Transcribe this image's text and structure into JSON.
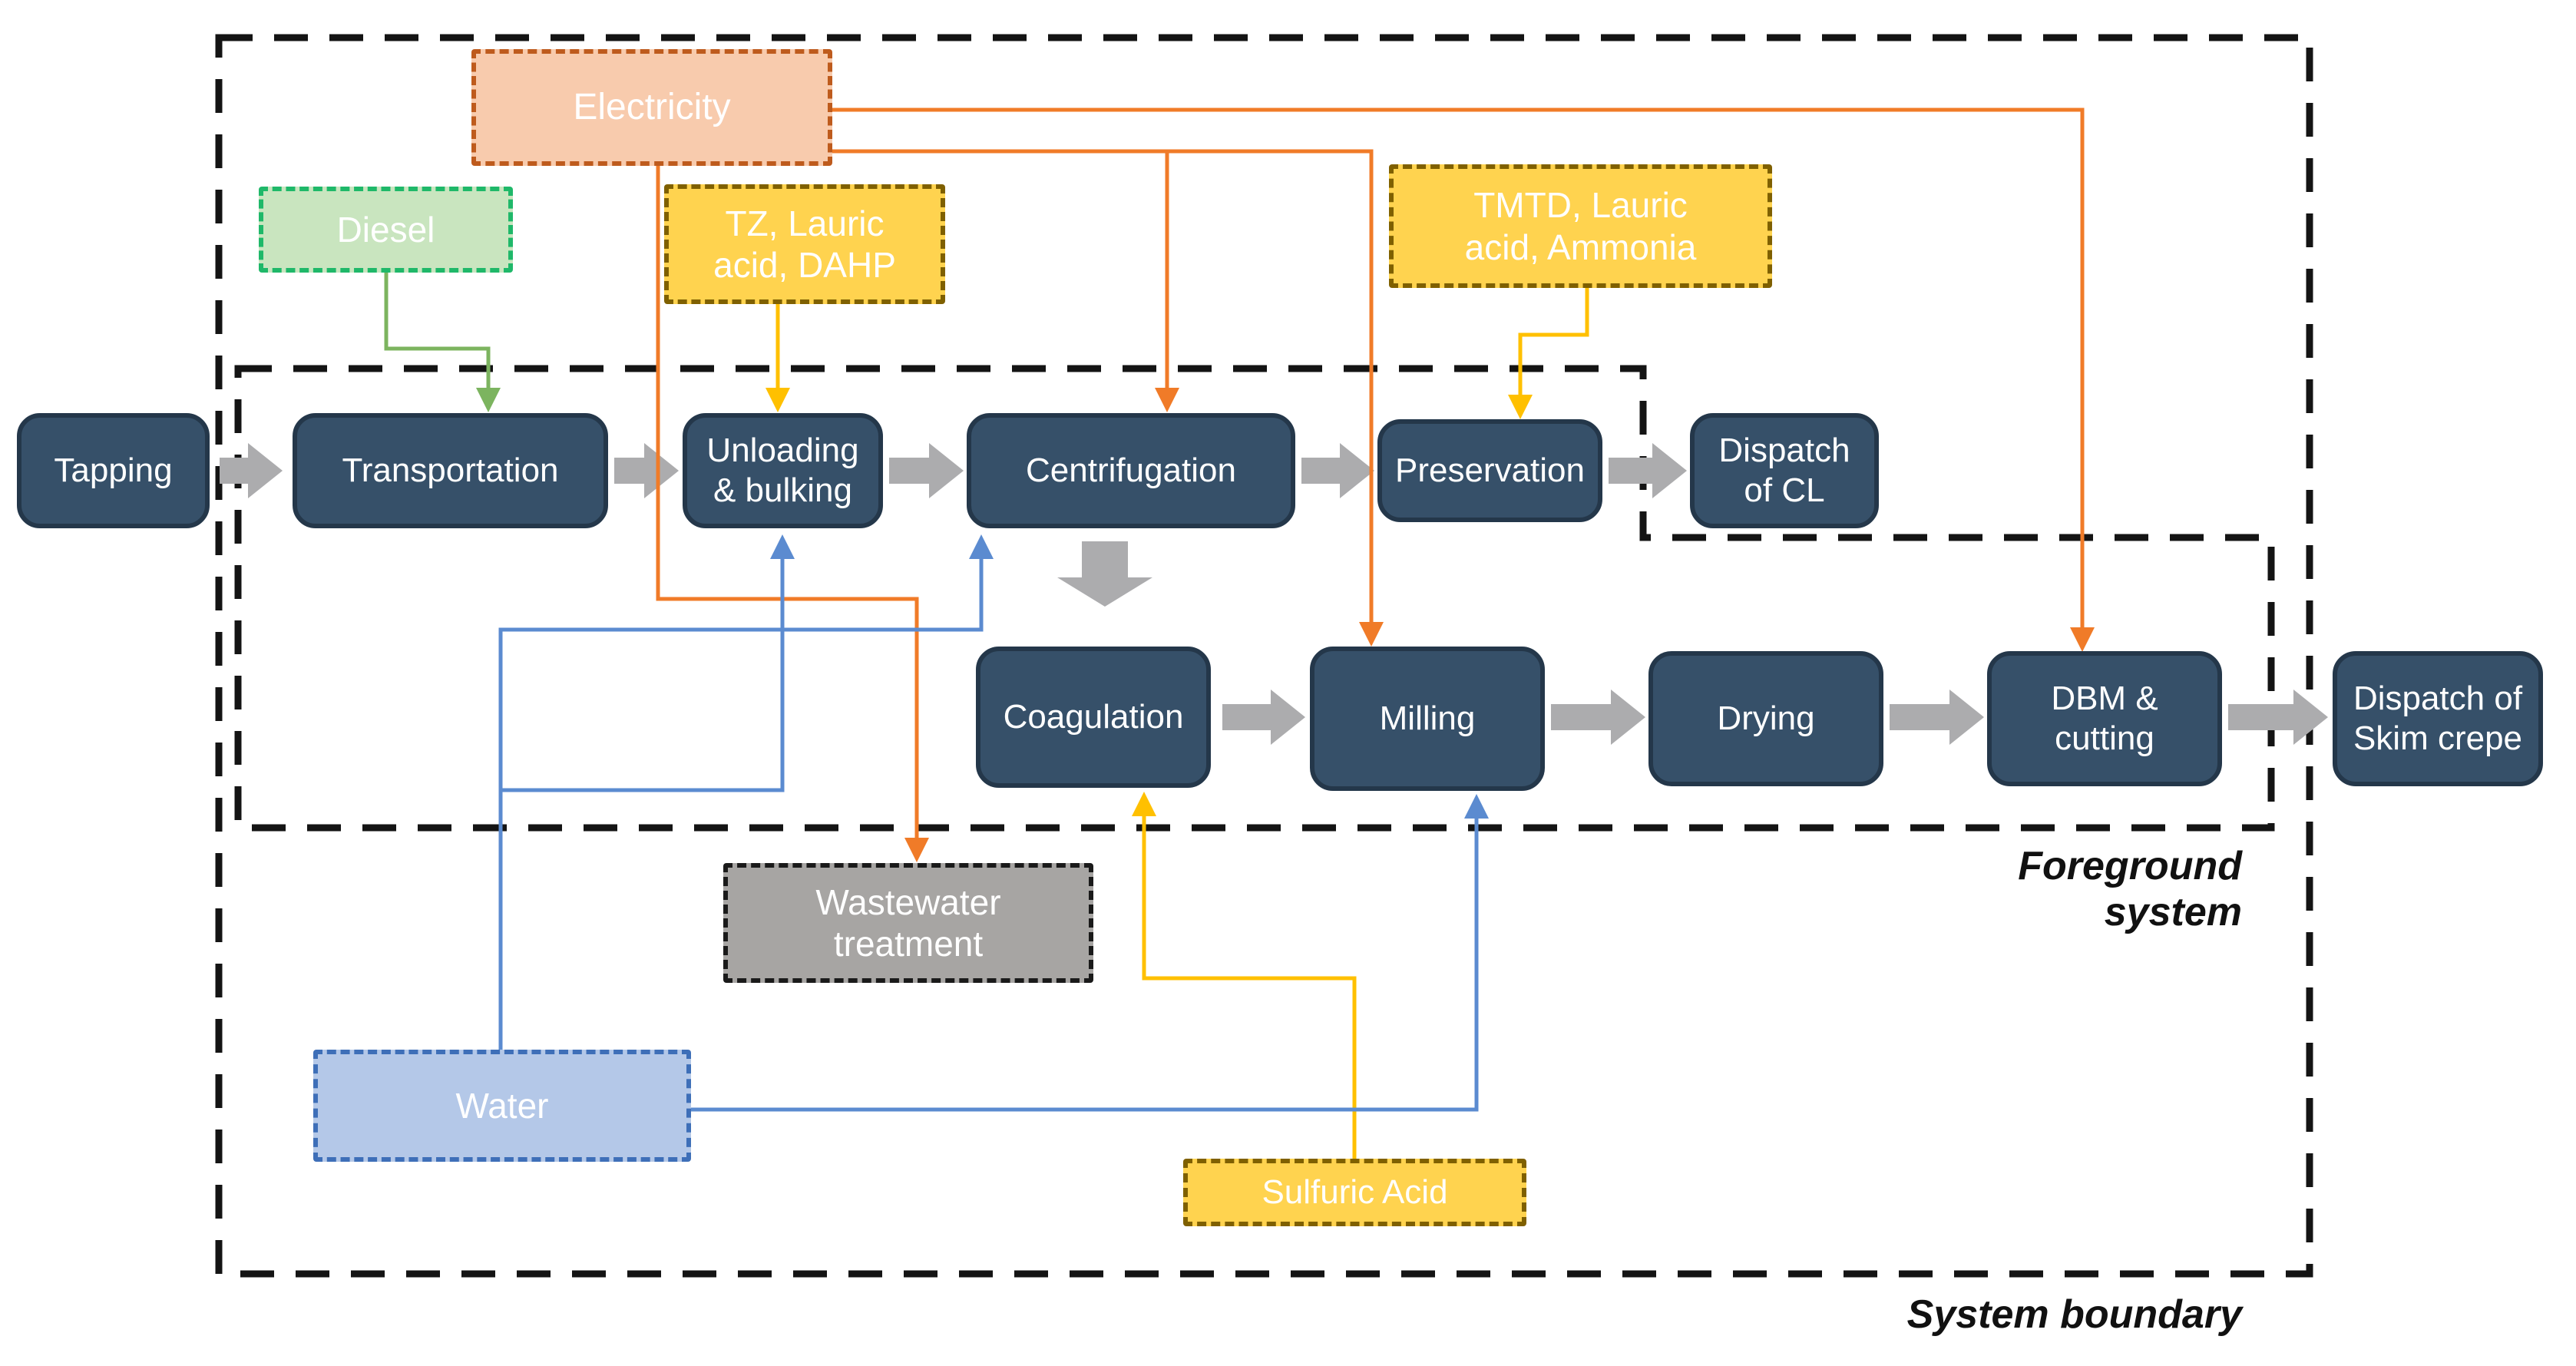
{
  "boundaries": {
    "system_label": "System boundary",
    "foreground_label": "Foreground system"
  },
  "process_steps": [
    {
      "id": "tapping",
      "label": "Tapping"
    },
    {
      "id": "transportation",
      "label": "Transportation"
    },
    {
      "id": "unloading-bulking",
      "label": "Unloading & bulking"
    },
    {
      "id": "centrifugation",
      "label": "Centrifugation"
    },
    {
      "id": "preservation",
      "label": "Preservation"
    },
    {
      "id": "dispatch-of-cl",
      "label": "Dispatch of CL"
    },
    {
      "id": "coagulation",
      "label": "Coagulation"
    },
    {
      "id": "milling",
      "label": "Milling"
    },
    {
      "id": "drying",
      "label": "Drying"
    },
    {
      "id": "dbm-cutting",
      "label": "DBM & cutting"
    },
    {
      "id": "dispatch-of-skim-crepe",
      "label": "Dispatch of Skim crepe"
    }
  ],
  "inputs": [
    {
      "id": "electricity",
      "label": "Electricity"
    },
    {
      "id": "diesel",
      "label": "Diesel"
    },
    {
      "id": "tz-lauric-dahp",
      "label": "TZ, Lauric acid, DAHP"
    },
    {
      "id": "tmtd-lauric-ammonia",
      "label": "TMTD, Lauric acid, Ammonia"
    },
    {
      "id": "wastewater-treatment",
      "label": "Wastewater treatment"
    },
    {
      "id": "water",
      "label": "Water"
    },
    {
      "id": "sulfuric-acid",
      "label": "Sulfuric Acid"
    }
  ],
  "flows": [
    {
      "from": "Electricity",
      "to": "Centrifugation",
      "color": "orange"
    },
    {
      "from": "Electricity",
      "to": "Milling",
      "color": "orange"
    },
    {
      "from": "Electricity",
      "to": "DBM & cutting",
      "color": "orange"
    },
    {
      "from": "Electricity",
      "to": "Wastewater treatment",
      "color": "orange"
    },
    {
      "from": "Diesel",
      "to": "Transportation",
      "color": "green"
    },
    {
      "from": "TZ, Lauric acid, DAHP",
      "to": "Unloading & bulking",
      "color": "gold"
    },
    {
      "from": "TMTD, Lauric acid, Ammonia",
      "to": "Preservation",
      "color": "gold"
    },
    {
      "from": "Sulfuric Acid",
      "to": "Coagulation",
      "color": "gold"
    },
    {
      "from": "Water",
      "to": "Unloading & bulking",
      "color": "blue"
    },
    {
      "from": "Water",
      "to": "Centrifugation",
      "color": "blue"
    },
    {
      "from": "Water",
      "to": "Milling",
      "color": "blue"
    }
  ],
  "colors": {
    "process_fill": "#365069",
    "process_border": "#24374a",
    "box_text": "#ffffff",
    "arrow_gray": "#acacae",
    "boundary": "#141414",
    "electricity_fill": "#f8cbad",
    "electricity_border": "#be5b1d",
    "diesel_fill": "#c9e5bf",
    "diesel_border": "#1fb869",
    "gold_fill": "#ffd34f",
    "gold_border": "#7f6000",
    "waste_fill": "#a7a5a3",
    "waste_border": "#1a1a1a",
    "water_fill": "#b4c8e8",
    "water_border": "#3e6fb8",
    "line_orange": "#f07b28",
    "line_green": "#7cb45f",
    "line_gold": "#ffc000",
    "line_blue": "#5b8bd0",
    "label_text": "#111111"
  }
}
